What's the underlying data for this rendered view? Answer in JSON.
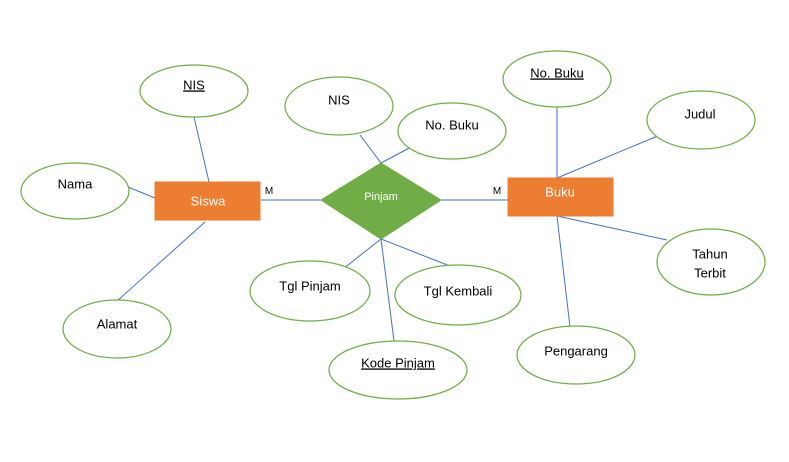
{
  "entities": {
    "siswa": "Siswa",
    "buku": "Buku"
  },
  "relationship": {
    "pinjam": "Pinjam"
  },
  "cardinality": {
    "siswa_side": "M",
    "buku_side": "M"
  },
  "attributes": {
    "siswa_nis": "NIS",
    "siswa_nama": "Nama",
    "siswa_alamat": "Alamat",
    "pinjam_nis": "NIS",
    "pinjam_no_buku": "No. Buku",
    "pinjam_tgl_pinjam": "Tgl Pinjam",
    "pinjam_tgl_kembali": "Tgl Kembali",
    "pinjam_kode": "Kode Pinjam",
    "buku_no_buku": "No. Buku",
    "buku_judul": "Judul",
    "buku_tahun_line1": "Tahun",
    "buku_tahun_line2": "Terbit",
    "buku_pengarang": "Pengarang"
  },
  "colors": {
    "entity": "#ed7d31",
    "relationship": "#70ad47",
    "attribute_outline": "#70ad47",
    "connector": "#4472c4"
  }
}
